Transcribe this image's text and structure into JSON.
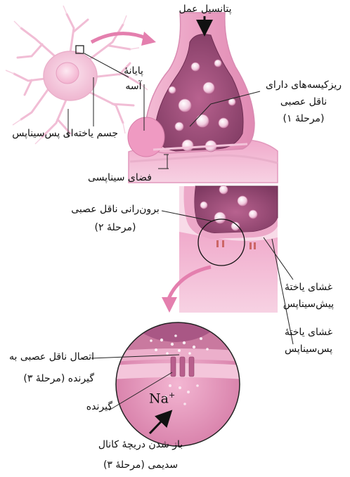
{
  "labels": {
    "action_potential": "پتانسیل عمل",
    "axon_terminal": [
      "پایانهٔ",
      "آسه"
    ],
    "postsynaptic_cell_body": "جسم یاخته‌ای پس‌سیناپس",
    "vesicles": [
      "ریزکیسه‌های دارای",
      "ناقل عصبی",
      "(مرحلهٔ ۱)"
    ],
    "synaptic_space": "فضای سیناپسی",
    "exocytosis": [
      "برون‌رانی ناقل عصبی",
      "(مرحلهٔ ۲)"
    ],
    "presynaptic_membrane": [
      "غشای یاختهٔ",
      "پیش‌سیناپس"
    ],
    "postsynaptic_membrane": [
      "غشای یاختهٔ",
      "پس‌سیناپس"
    ],
    "binding": [
      "اتصال ناقل عصبی به",
      "گیرنده (مرحلهٔ ۳)"
    ],
    "receptor": "گیرنده",
    "sodium_ion": "Na",
    "sodium_charge": "+",
    "sodium_channel": [
      "باز شدن دریچهٔ کانال",
      "سدیمی (مرحلهٔ ۳)"
    ]
  },
  "colors": {
    "membrane_pink": "#e9a3c4",
    "light_pink": "#f6d3e3",
    "cytoplasm_purple": "#9c4f7b",
    "arrow_pink": "#e47fae",
    "line_black": "#222222"
  }
}
